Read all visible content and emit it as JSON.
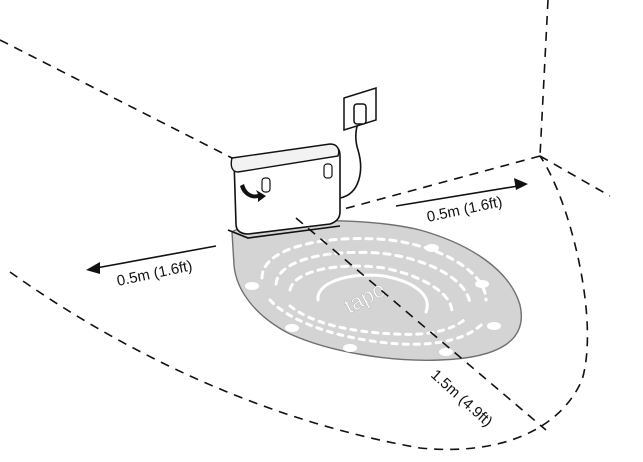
{
  "diagram": {
    "brand_mark": "tapo",
    "dimensions": {
      "left_clearance": "0.5m (1.6ft)",
      "right_clearance": "0.5m (1.6ft)",
      "front_clearance": "1.5m (4.9ft)"
    },
    "colors": {
      "mat": "#d4d4d4",
      "lines": "#111111",
      "station": "#ffffff"
    }
  }
}
